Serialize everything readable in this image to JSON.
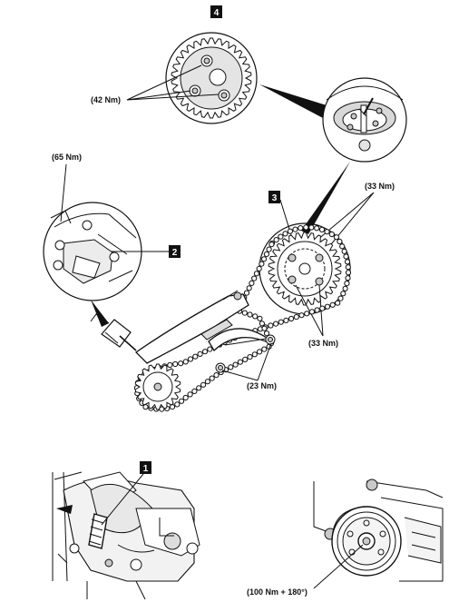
{
  "callouts": {
    "c1": "1",
    "c2": "2",
    "c3": "3",
    "c4": "4"
  },
  "torque": {
    "t42": "(42 Nm)",
    "t65": "(65 Nm)",
    "t33_top": "(33 Nm)",
    "t33_bottom": "(33 Nm)",
    "t23": "(23 Nm)",
    "t100": "(100 Nm + 180°)"
  },
  "colors": {
    "ink": "#111111",
    "badge": "#111111",
    "shade": "#c9c9c9"
  }
}
